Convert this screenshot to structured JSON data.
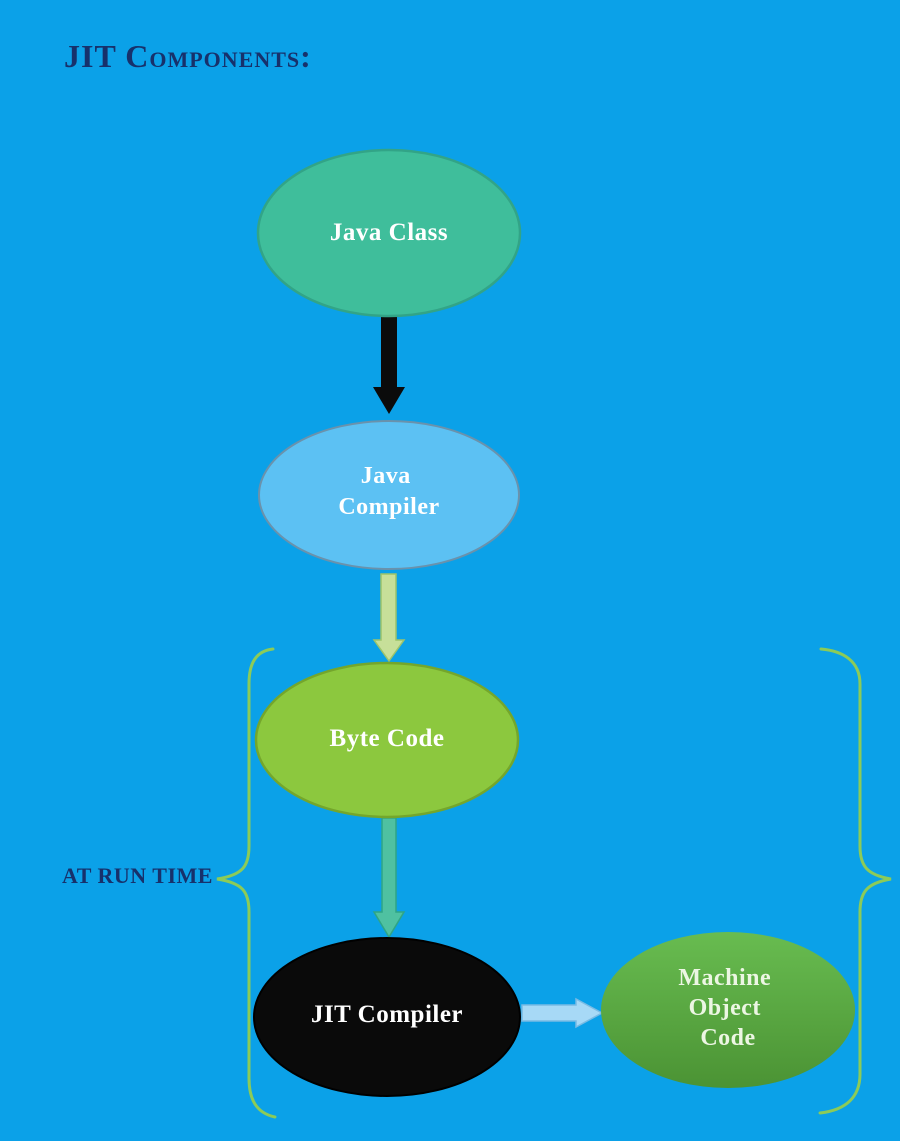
{
  "page": {
    "background": "#0BA1E8"
  },
  "title": {
    "text": "JIT Components:",
    "color": "#17316B"
  },
  "annotation": {
    "text": "AT RUN TIME",
    "color": "#17316B"
  },
  "nodes": {
    "java_class": {
      "label": "Java Class",
      "fill": "#3FBE9B",
      "stroke": "#32A487",
      "text_color": "#FFFFFF"
    },
    "java_compiler": {
      "lines": [
        "Java",
        "Compiler"
      ],
      "fill": "#5CC1F3",
      "stroke": "#6A92AC",
      "text_color": "#FFFFFF"
    },
    "byte_code": {
      "label": "Byte Code",
      "fill": "#8CC83E",
      "stroke": "#74A62C",
      "text_color": "#FFFFFF"
    },
    "jit_compiler": {
      "label": "JIT Compiler",
      "fill": "#0A0A0A",
      "stroke": "#000000",
      "text_color": "#FFFFFF"
    },
    "machine_object_code": {
      "lines": [
        "Machine",
        "Object",
        "Code"
      ],
      "fill_top": "#68BC50",
      "fill_bottom": "#4B9334",
      "text_color": "#ECF6E3"
    }
  },
  "arrows": {
    "class_to_compiler": {
      "color": "#0B0B0B"
    },
    "compiler_to_bytecode": {
      "fill": "#C7DF99",
      "stroke": "#9CC46B"
    },
    "bytecode_to_jit": {
      "fill": "#4FC1A1",
      "stroke": "#2FA585"
    },
    "jit_to_machine": {
      "fill": "#A7D9F6",
      "stroke": "#79BBE4"
    }
  },
  "braces": {
    "color": "#8CCB58"
  }
}
